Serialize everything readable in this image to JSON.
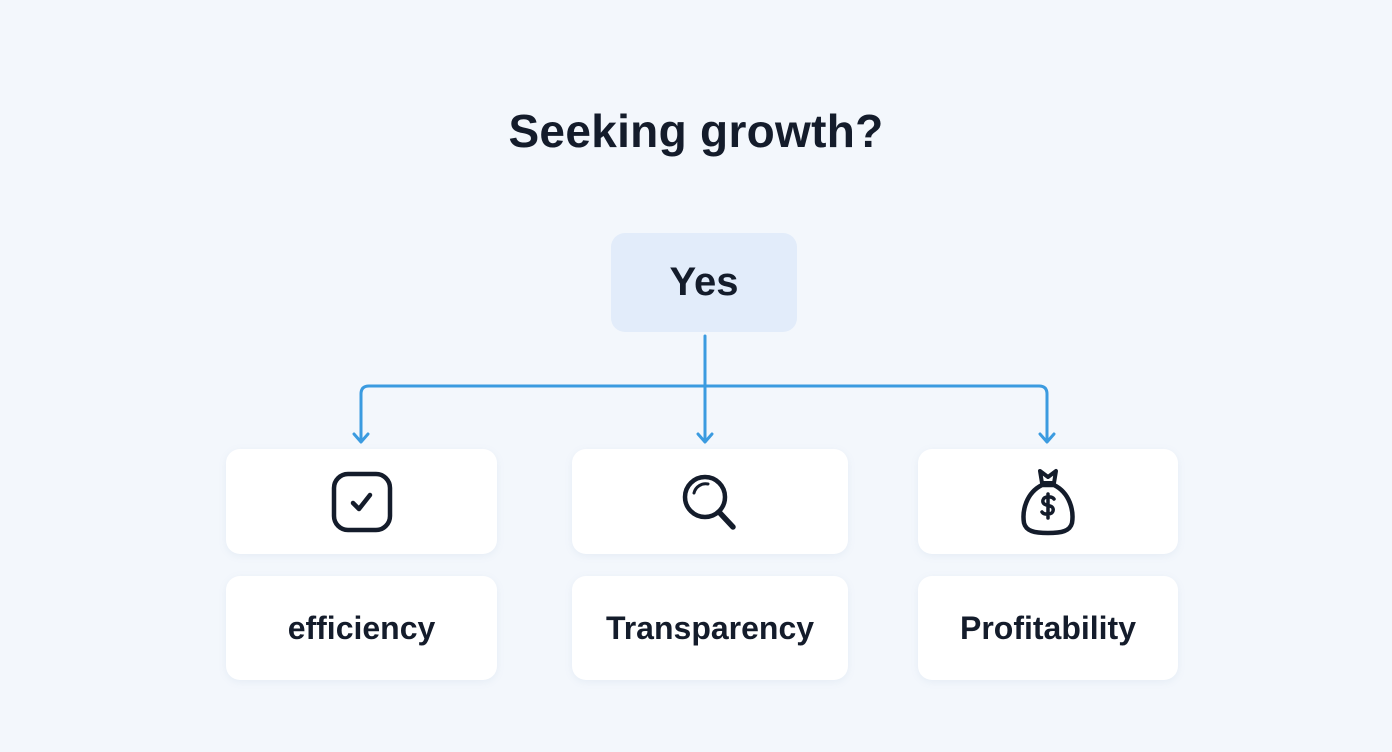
{
  "title": "Seeking growth?",
  "root": {
    "label": "Yes"
  },
  "branches": [
    {
      "icon": "checkbox-icon",
      "label": "efficiency"
    },
    {
      "icon": "magnifier-icon",
      "label": "Transparency"
    },
    {
      "icon": "money-bag-icon",
      "label": "Profitability"
    }
  ],
  "colors": {
    "connector": "#3b9be0",
    "root_fill": "#e2ecfa",
    "background": "#f3f7fc",
    "ink": "#141c2b"
  }
}
